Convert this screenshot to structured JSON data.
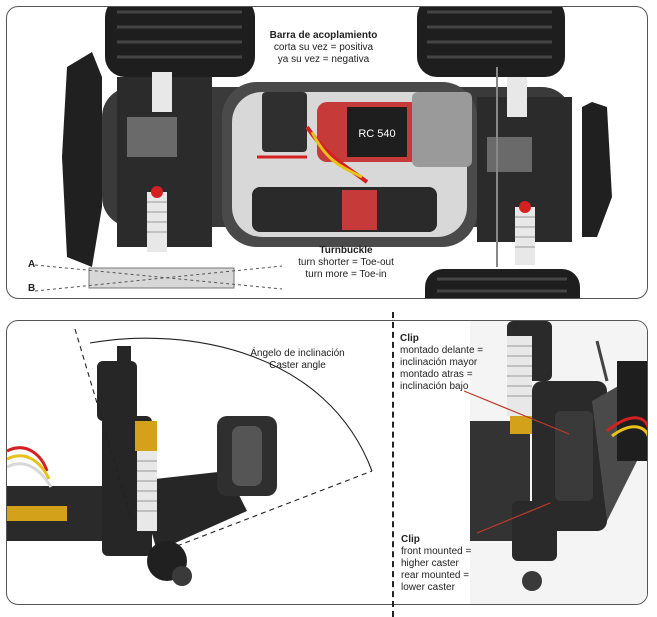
{
  "top_panel": {
    "tie_rod_title": "Barra de acoplamiento",
    "tie_rod_line1": "corta su vez = positiva",
    "tie_rod_line2": "ya su vez = negativa",
    "turnbuckle_title": "Turnbuckle",
    "turnbuckle_line1": "turn shorter = Toe-out",
    "turnbuckle_line2": "turn more = Toe-in",
    "label_a": "A",
    "label_b": "B",
    "motor_label": "RC 540"
  },
  "bottom_panel": {
    "caster_es": "Ángelo de inclinación",
    "caster_en": "Caster angle",
    "clip_es": {
      "title": "Clip",
      "line1": "montado delante =",
      "line2": "inclinación mayor",
      "line3": "montado atras =",
      "line4": "inclinación bajo"
    },
    "clip_en": {
      "title": "Clip",
      "line1": "front mounted =",
      "line2": "higher caster",
      "line3": "rear mounted =",
      "line4": "lower caster"
    }
  },
  "colors": {
    "chassis": "#2b2b2b",
    "spring": "#e8e8e8",
    "gold": "#d4a21a",
    "red_wire": "#d42020",
    "yellow_wire": "#e8c21a",
    "callout": "#c0392b"
  }
}
